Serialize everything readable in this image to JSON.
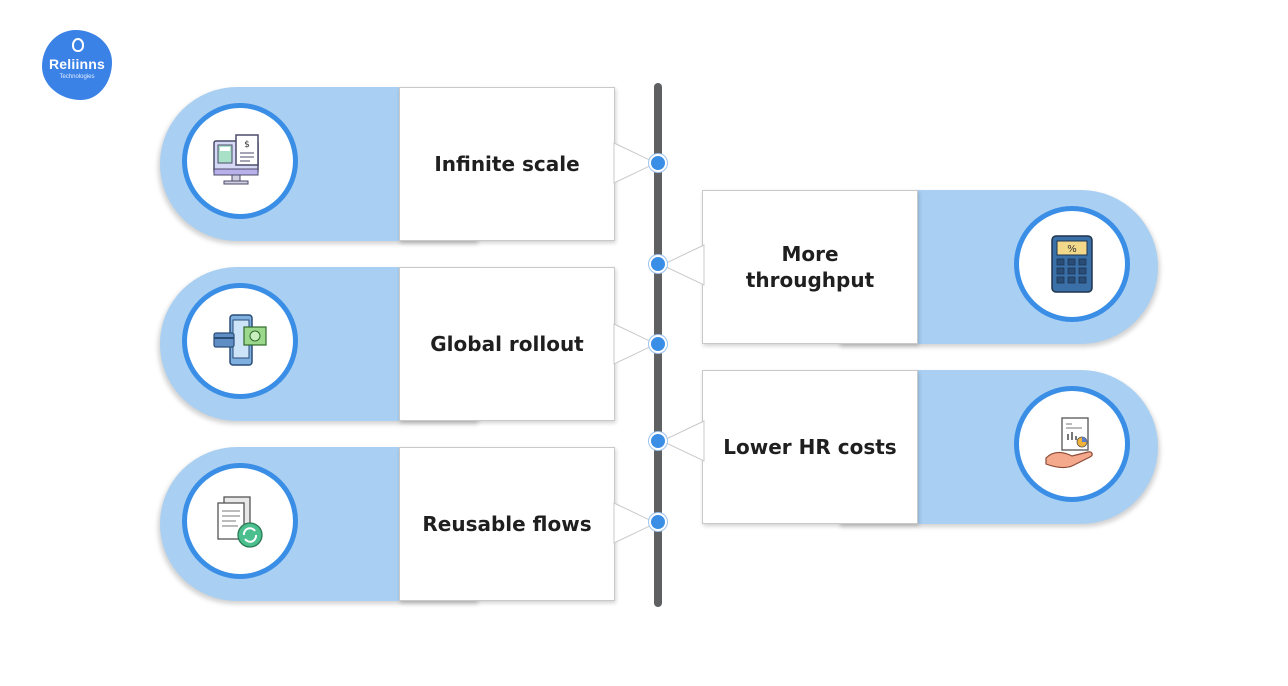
{
  "logo": {
    "name": "Reliinns",
    "tagline": "Technologies"
  },
  "items": [
    {
      "side": "left",
      "label": "Infinite scale",
      "icon": "monitor-invoice-icon"
    },
    {
      "side": "right",
      "label": "More throughput",
      "icon": "calculator-icon"
    },
    {
      "side": "left",
      "label": "Global rollout",
      "icon": "phone-payment-icon"
    },
    {
      "side": "right",
      "label": "Lower HR costs",
      "icon": "hand-report-icon"
    },
    {
      "side": "left",
      "label": "Reusable flows",
      "icon": "document-refresh-icon"
    }
  ],
  "colors": {
    "accent": "#3a8ee6",
    "pill": "#a9cff2",
    "spine": "#5f6062",
    "logo": "#3b82e6"
  }
}
